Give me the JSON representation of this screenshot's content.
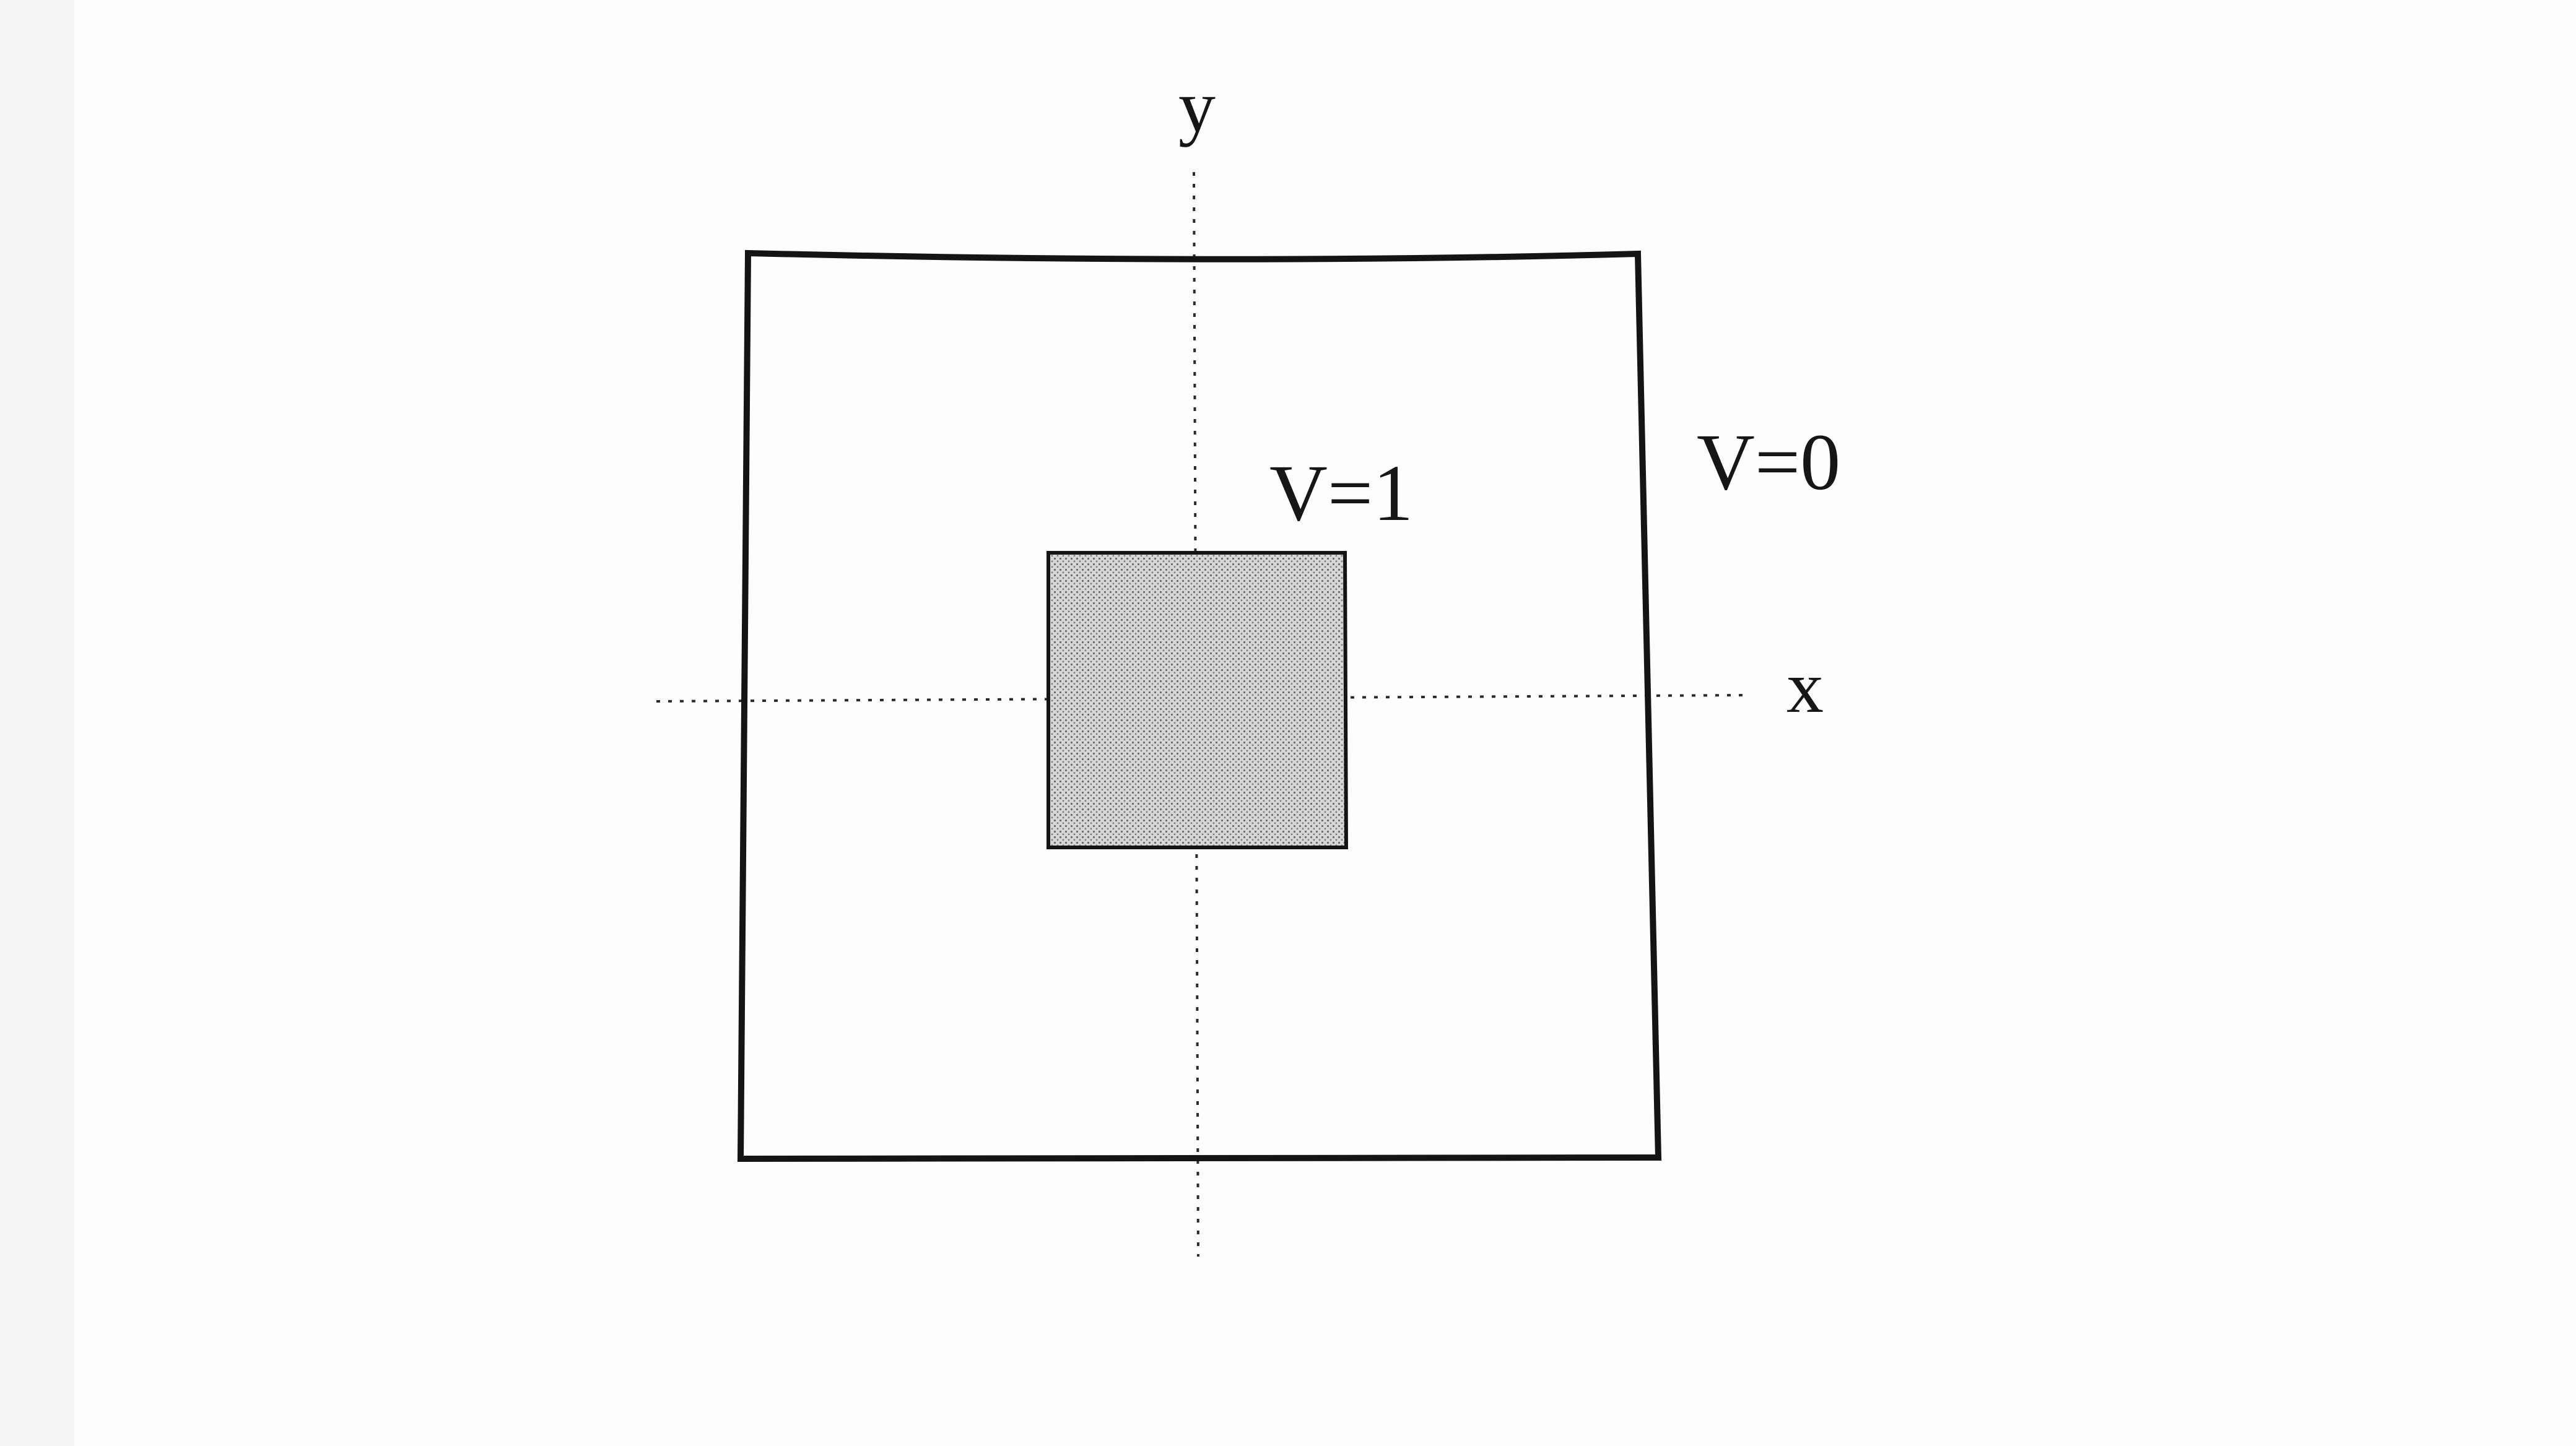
{
  "diagram": {
    "outer_region": {
      "label": "V=0"
    },
    "inner_region": {
      "label": "V=1"
    },
    "axes": {
      "x_label": "x",
      "y_label": "y"
    },
    "colors": {
      "ink": "#161616",
      "outer_stroke": "#141414",
      "inner_fill": "#cfcfcf",
      "stipple_dot": "#6a6a6a",
      "paper": "#fdfdfd"
    }
  }
}
